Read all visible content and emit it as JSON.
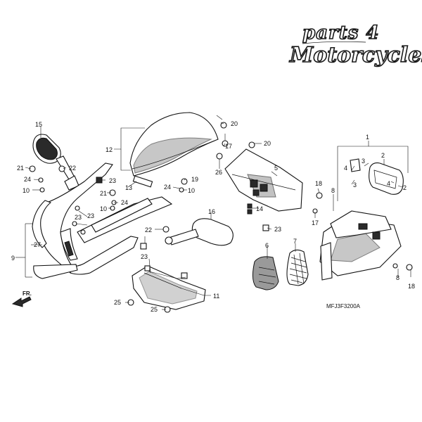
{
  "logo": {
    "line1": "parts 4",
    "line2": "Motorcycles"
  },
  "diagram_code": "MFJ3F3200A",
  "direction_label": "FR.",
  "callouts": [
    {
      "id": "c1",
      "label": "1"
    },
    {
      "id": "c2a",
      "label": "2"
    },
    {
      "id": "c2b",
      "label": "2"
    },
    {
      "id": "c3a",
      "label": "3"
    },
    {
      "id": "c3b",
      "label": "3"
    },
    {
      "id": "c4a",
      "label": "4"
    },
    {
      "id": "c4b",
      "label": "4"
    },
    {
      "id": "c5",
      "label": "5"
    },
    {
      "id": "c6",
      "label": "6"
    },
    {
      "id": "c7",
      "label": "7"
    },
    {
      "id": "c8a",
      "label": "8"
    },
    {
      "id": "c8b",
      "label": "8"
    },
    {
      "id": "c9",
      "label": "9"
    },
    {
      "id": "c10a",
      "label": "10"
    },
    {
      "id": "c10b",
      "label": "10"
    },
    {
      "id": "c10c",
      "label": "10"
    },
    {
      "id": "c11",
      "label": "11"
    },
    {
      "id": "c12",
      "label": "12"
    },
    {
      "id": "c13",
      "label": "13"
    },
    {
      "id": "c14",
      "label": "14"
    },
    {
      "id": "c15",
      "label": "15"
    },
    {
      "id": "c16",
      "label": "16"
    },
    {
      "id": "c17a",
      "label": "17"
    },
    {
      "id": "c17b",
      "label": "17"
    },
    {
      "id": "c18a",
      "label": "18"
    },
    {
      "id": "c18b",
      "label": "18"
    },
    {
      "id": "c19",
      "label": "19"
    },
    {
      "id": "c20a",
      "label": "20"
    },
    {
      "id": "c20b",
      "label": "20"
    },
    {
      "id": "c21a",
      "label": "21"
    },
    {
      "id": "c21b",
      "label": "21"
    },
    {
      "id": "c22a",
      "label": "22"
    },
    {
      "id": "c22b",
      "label": "22"
    },
    {
      "id": "c23a",
      "label": "23"
    },
    {
      "id": "c23b",
      "label": "23"
    },
    {
      "id": "c23c",
      "label": "23"
    },
    {
      "id": "c23d",
      "label": "23"
    },
    {
      "id": "c23e",
      "label": "23"
    },
    {
      "id": "c24a",
      "label": "24"
    },
    {
      "id": "c24b",
      "label": "24"
    },
    {
      "id": "c24c",
      "label": "24"
    },
    {
      "id": "c25a",
      "label": "25"
    },
    {
      "id": "c25b",
      "label": "25"
    },
    {
      "id": "c26",
      "label": "26"
    },
    {
      "id": "c27",
      "label": "27"
    }
  ]
}
